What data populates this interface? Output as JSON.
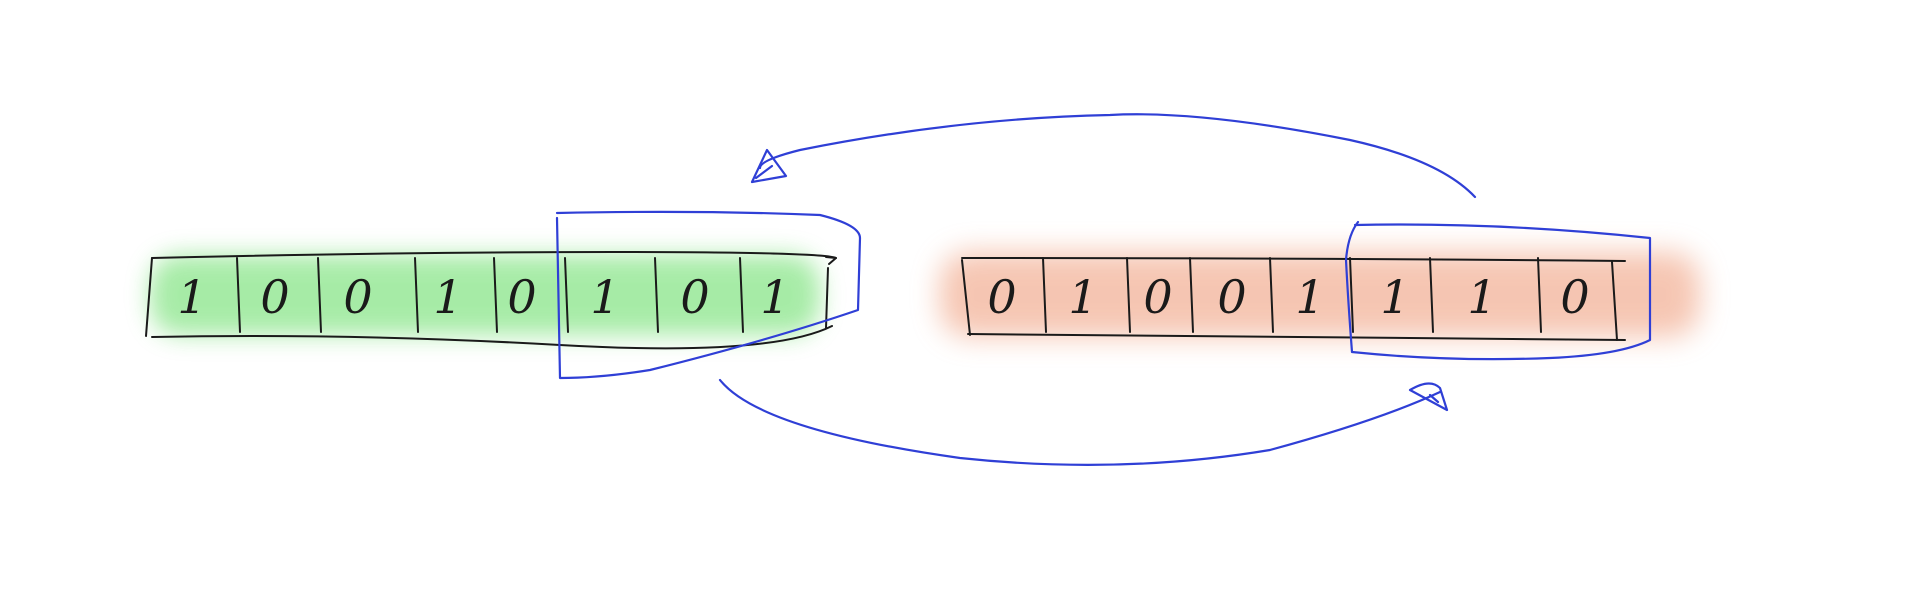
{
  "diagram": {
    "left_register": {
      "highlight_color": "#5fdc5f",
      "bits": [
        "1",
        "0",
        "0",
        "1",
        "0",
        "1",
        "0",
        "1"
      ]
    },
    "right_register": {
      "highlight_color": "#f0a080",
      "bits": [
        "0",
        "1",
        "0",
        "0",
        "1",
        "1",
        "1",
        "0"
      ]
    },
    "arrow_color": "#2f3fd6",
    "ink_color": "#1a1a1a"
  }
}
